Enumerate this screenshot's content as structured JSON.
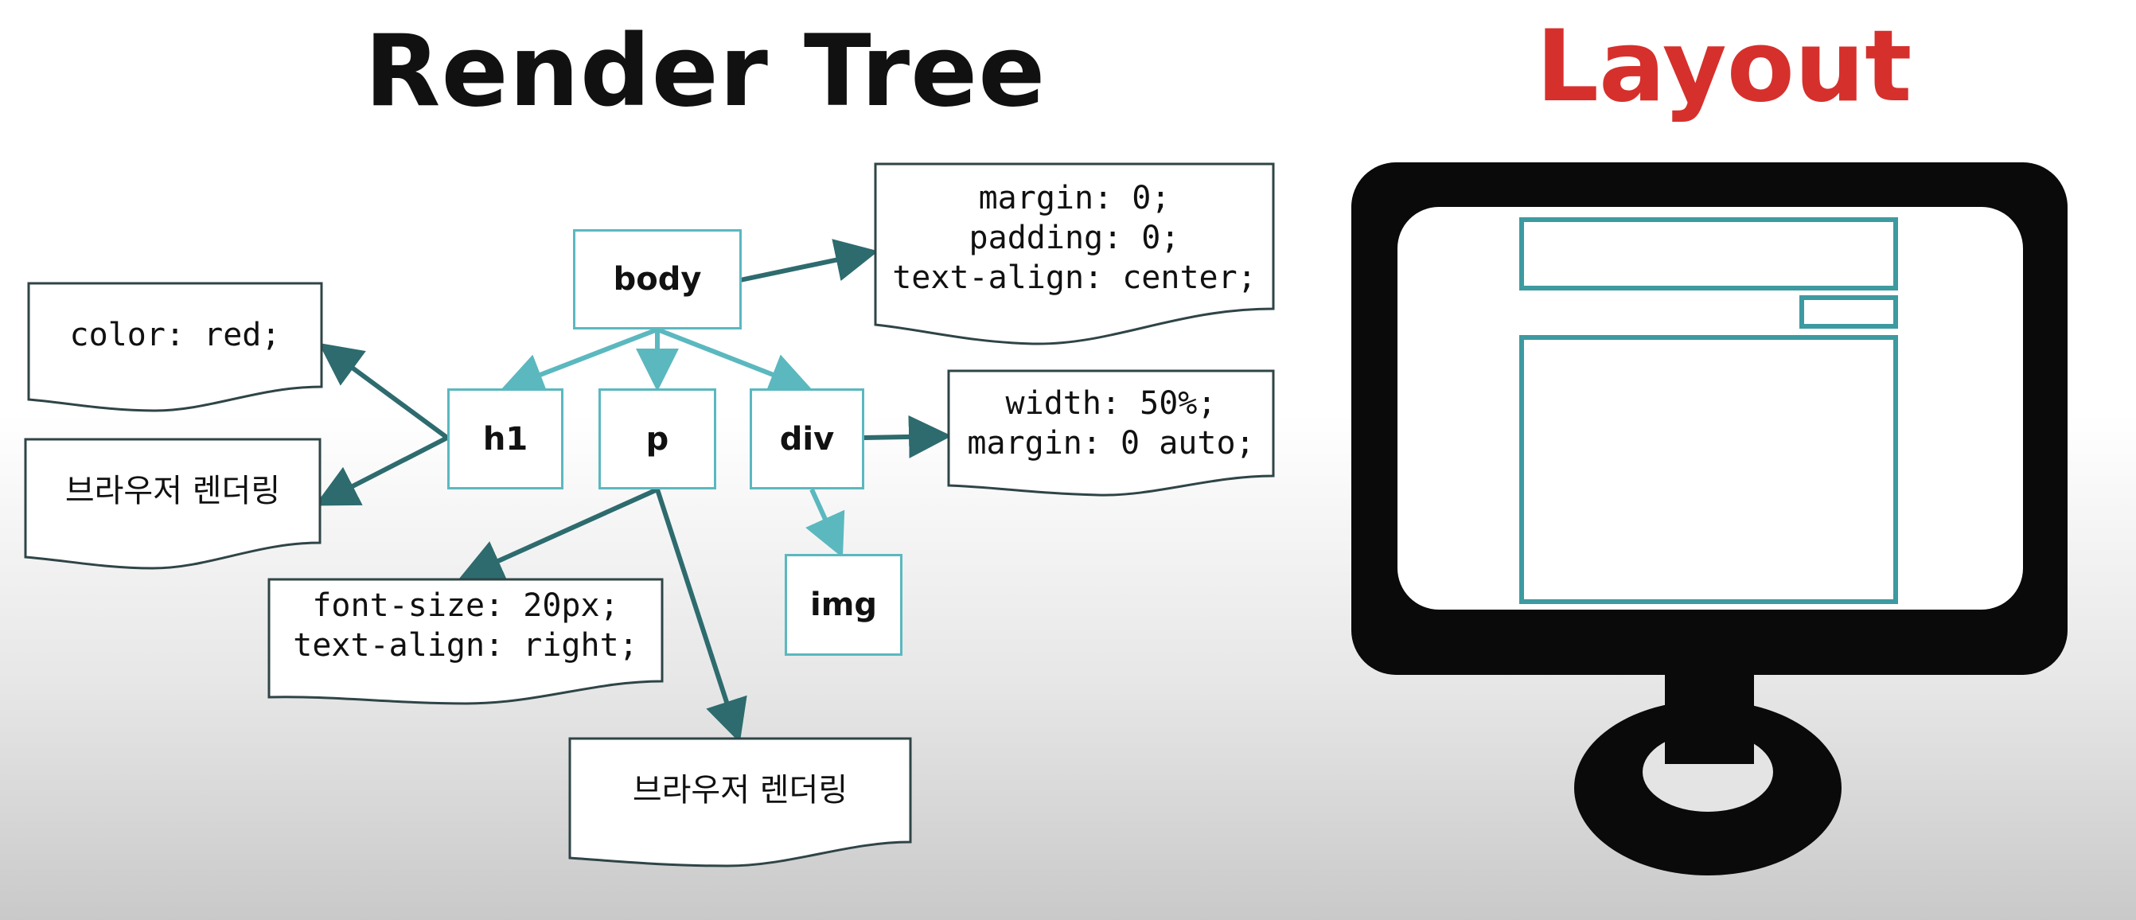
{
  "titles": {
    "render_tree": "Render Tree",
    "layout": "Layout"
  },
  "nodes": {
    "body": "body",
    "h1": "h1",
    "p": "p",
    "div": "div",
    "img": "img"
  },
  "notes": {
    "body_styles": "margin: 0;\npadding: 0;\ntext-align: center;",
    "h1_color": "color: red;",
    "h1_text": "브라우저 렌더링",
    "div_styles": "width: 50%;\nmargin: 0 auto;",
    "p_styles": "font-size: 20px;\ntext-align: right;",
    "p_text": "브라우저 렌더링"
  },
  "colors": {
    "node_border": "#5bb8bf",
    "tree_edge": "#5bb8bf",
    "style_edge": "#2d6b6e",
    "note_border": "#2f4446",
    "layout_title": "#d6302c",
    "monitor": "#0a0a0a",
    "layout_box": "#3d9aa0"
  },
  "icons": {
    "monitor": "monitor-icon"
  }
}
